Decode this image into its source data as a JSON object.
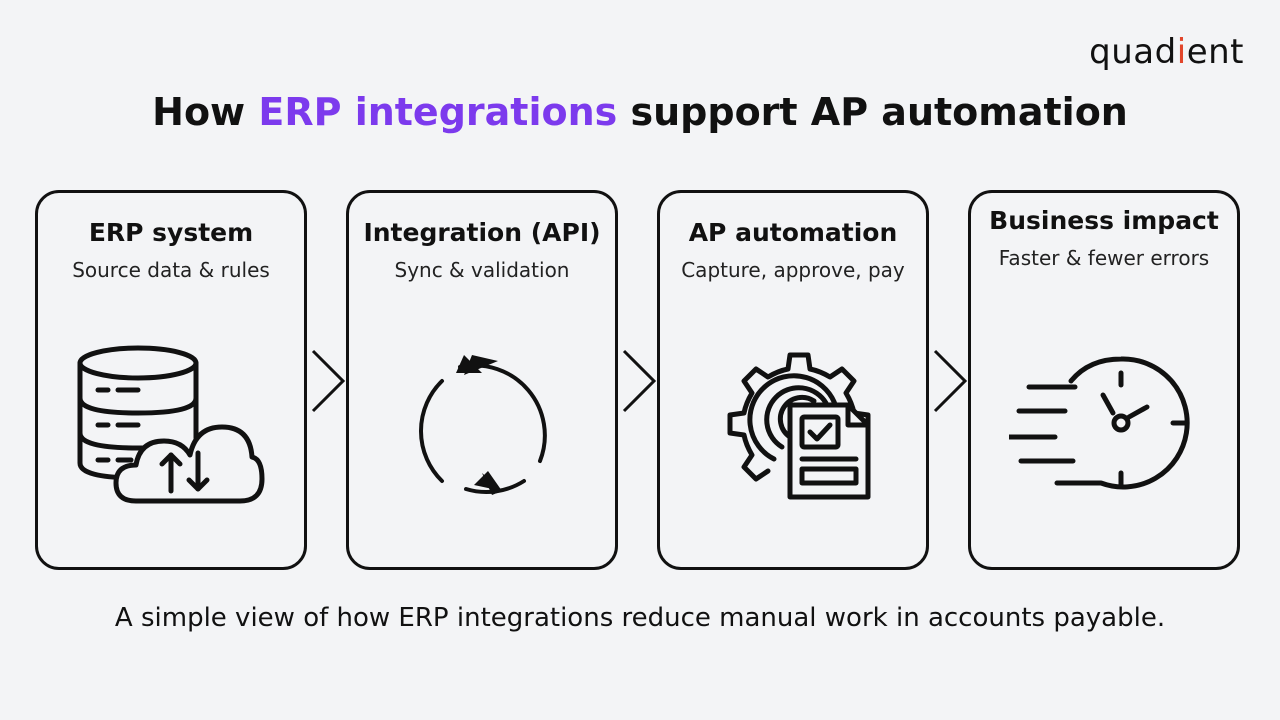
{
  "logo": {
    "before": "quad",
    "accent": "i",
    "after": "ent"
  },
  "title": {
    "before": "How ",
    "highlight": "ERP integrations",
    "after": " support AP automation"
  },
  "cards": [
    {
      "title": "ERP system",
      "subtitle": "Source data & rules",
      "icon": "database-cloud-icon"
    },
    {
      "title": "Integration (API)",
      "subtitle": "Sync & validation",
      "icon": "sync-icon"
    },
    {
      "title": "AP automation",
      "subtitle": "Capture, approve, pay",
      "icon": "gear-document-icon"
    },
    {
      "title": "Business impact",
      "subtitle": "Faster & fewer errors",
      "icon": "fast-clock-icon"
    }
  ],
  "caption": "A simple view of how ERP integrations reduce manual work in accounts payable.",
  "colors": {
    "highlight": "#7c3aed",
    "logo_accent": "#e2462b",
    "ink": "#111111",
    "background": "#f3f4f6"
  }
}
